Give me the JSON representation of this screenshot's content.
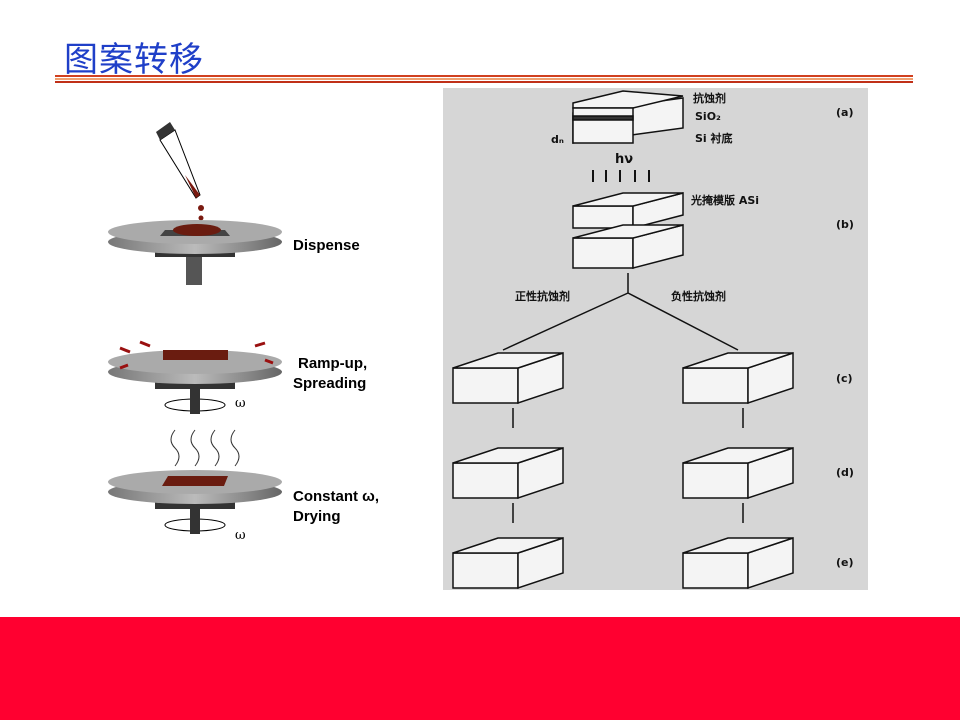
{
  "title": "图案转移",
  "steps": [
    {
      "label_line1": "Dispense",
      "label_line2": ""
    },
    {
      "label_line1": "Ramp-up,",
      "label_line2": "Spreading",
      "omega": "ω"
    },
    {
      "label_line1": "Constant ω,",
      "label_line2": "Drying",
      "omega": "ω"
    }
  ],
  "figure": {
    "resist": "抗蚀剂",
    "sio2": "SiO₂",
    "substrate": "Si 衬底",
    "thickness": "dₙ",
    "light": "hν",
    "mask": "光掩模版 ASi",
    "positive": "正性抗蚀剂",
    "negative": "负性抗蚀剂",
    "panels": [
      "(a)",
      "(b)",
      "(c)",
      "(d)",
      "(e)"
    ]
  },
  "colors": {
    "title": "#1f3fc8",
    "footer": "#ff0030"
  }
}
